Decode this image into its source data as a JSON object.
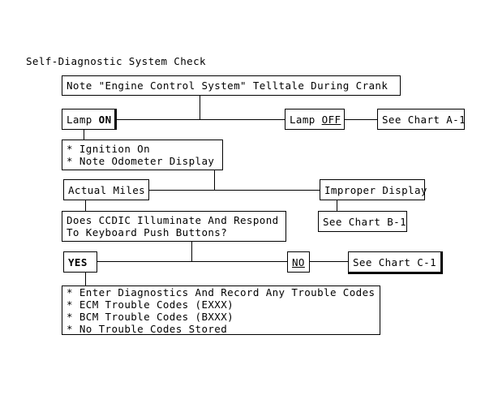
{
  "chart": {
    "title": "Self-Diagnostic System Check",
    "type": "flowchart",
    "nodes": {
      "note_telltale": "Note \"Engine Control System\" Telltale During Crank",
      "lamp_on_prefix": "Lamp ",
      "lamp_on_emph": "ON",
      "lamp_off_prefix": "Lamp ",
      "lamp_off_emph": "OFF",
      "see_chart_a1": "See Chart A-1",
      "ignition_line1": "* Ignition On",
      "ignition_line2": "* Note Odometer Display",
      "actual_miles": "Actual Miles",
      "improper_display": "Improper Display",
      "see_chart_b1": "See Chart B-1",
      "ccdic_line1": "Does CCDIC Illuminate And Respond",
      "ccdic_line2": "To Keyboard Push Buttons?",
      "yes": "YES",
      "no": "NO",
      "see_chart_c1": "See Chart C-1",
      "diag_line1": "* Enter Diagnostics And Record Any Trouble Codes",
      "diag_line2": "* ECM Trouble Codes (EXXX)",
      "diag_line3": "* BCM Trouble Codes (BXXX)",
      "diag_line4": "* No Trouble Codes Stored"
    },
    "colors": {
      "ink": "#000000",
      "paper": "#ffffff"
    }
  }
}
